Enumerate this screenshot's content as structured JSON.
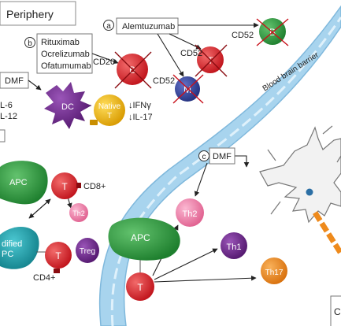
{
  "labels": {
    "periphery": "Periphery",
    "marker_a": "a",
    "marker_b": "b",
    "marker_c": "c",
    "alemtuzumab": "Alemtuzumab",
    "rituximab": "Rituximab",
    "ocrelizumab": "Ocrelizumab",
    "ofatumumab": "Ofatumumab",
    "dmf_top": "DMF",
    "dmf_mid": "DMF",
    "il6": "L-6",
    "il12": "L-12",
    "ifn": "↓IFNγ",
    "il17": "↓IL-17",
    "bbb": "Blood brain barrier",
    "cd20": "CD20",
    "cd52_a": "CD52",
    "cd52_b": "CD52",
    "cd52_c": "CD52",
    "cd8": "CD8+",
    "cd4": "CD4+",
    "modified_1": "dified",
    "modified_2": "PC",
    "corner": "C"
  },
  "cells": {
    "b_green": "B",
    "b_red": "B",
    "t_top": "T",
    "m": "M",
    "dc": "DC",
    "native_1": "Native",
    "native_2": "T",
    "apc_left": "APC",
    "t_left": "T",
    "th2_left": "Th2",
    "t_mod": "T",
    "treg": "Treg",
    "apc_mid": "APC",
    "t_bottom": "T",
    "th2_mid": "Th2",
    "th1": "Th1",
    "th17": "Th17"
  },
  "colors": {
    "red": "#d9232a",
    "green": "#2a9a3c",
    "navy": "#2f3f98",
    "purple": "#6b2a8c",
    "yellow": "#f0b800",
    "pink": "#f07aa8",
    "orange": "#ee8a1c",
    "teal": "#1fa6b0",
    "vessel": "#a8d4ee"
  }
}
